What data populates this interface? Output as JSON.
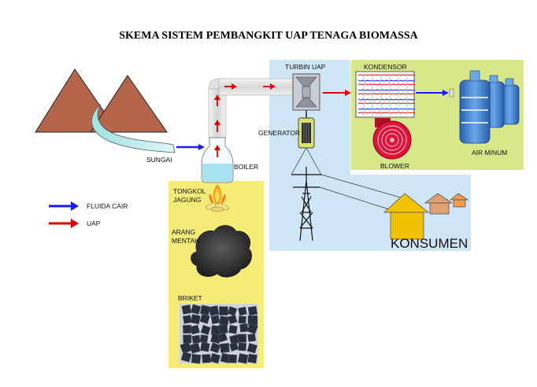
{
  "title": "SKEMA SISTEM PEMBANGKIT UAP TENAGA BIOMASSA",
  "labels": {
    "sungai": "SUNGAI",
    "boiler": "BOILER",
    "turbin": "TURBIN UAP",
    "generator": "GENERATOR",
    "kondensor": "KONDENSOR",
    "blower": "BLOWER",
    "air_minum": "AIR MINUM",
    "konsumen": "KONSUMEN",
    "tongkol_line1": "TONGKOL",
    "tongkol_line2": "JAGUNG",
    "arang_line1": "ARANG",
    "arang_line2": "MENTAH",
    "briket": "BRIKET"
  },
  "legend": [
    {
      "label": "FLUIDA CAIR",
      "color": "#1a1aff"
    },
    {
      "label": "UAP",
      "color": "#e00000"
    }
  ],
  "colors": {
    "fluid": "#1a1aff",
    "steam": "#e00000",
    "turbine_panel": "#cfe6f7",
    "condenser_panel": "#d6e88a",
    "fuel_panel": "#f5ec78",
    "mountain": "#b5654a",
    "house": "#f2c200"
  }
}
